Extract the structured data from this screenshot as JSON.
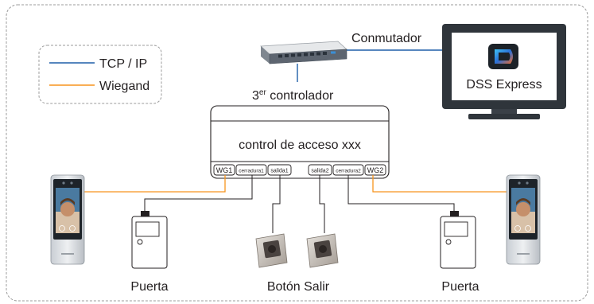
{
  "legend": {
    "items": [
      {
        "label": "TCP / IP",
        "color": "#1f5fa8"
      },
      {
        "label": "Wiegand",
        "color": "#f7941d"
      }
    ]
  },
  "switch_label": "Conmutador",
  "third_party_label": "3",
  "third_party_sup": "er",
  "third_party_rest": " controlador",
  "monitor": {
    "app_name": "DSS Express",
    "logo": "dss-express-logo-icon"
  },
  "controller": {
    "title": "control de acceso xxx",
    "ports": [
      "WG1",
      "cerradura1",
      "salida1",
      "salida2",
      "cerradura2",
      "WG2"
    ]
  },
  "door_left_label": "Puerta",
  "exit_button_label": "Botón Salir",
  "door_right_label": "Puerta",
  "colors": {
    "tcp": "#1f5fa8",
    "wiegand": "#f7941d",
    "wire": "#231f20",
    "border": "#9b9b9b"
  }
}
